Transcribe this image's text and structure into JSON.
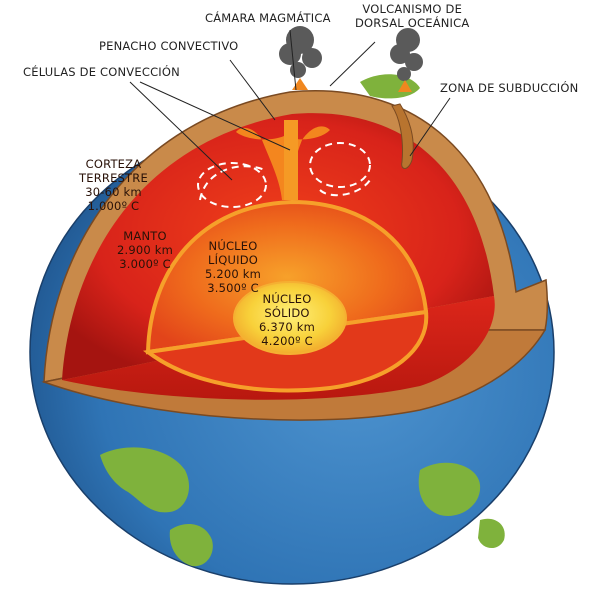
{
  "labels": {
    "camara": "CÁMARA MAGMÁTICA",
    "volcanismo": [
      "VOLCANISMO DE",
      "DORSAL OCEÁNICA"
    ],
    "penacho": "PENACHO CONVECTIVO",
    "celulas": "CÉLULAS DE CONVECCIÓN",
    "subduccion": "ZONA DE SUBDUCCIÓN"
  },
  "layers": {
    "corteza": [
      "CORTEZA",
      "TERRESTRE",
      "30-60 km",
      "1.000º C"
    ],
    "manto": [
      "MANTO",
      "2.900 km",
      "3.000º C"
    ],
    "nucleo_liquido": [
      "NÚCLEO",
      "LÍQUIDO",
      "5.200 km",
      "3.500º C"
    ],
    "nucleo_solido": [
      "NÚCLEO",
      "SÓLIDO",
      "6.370 km",
      "4.200º C"
    ]
  },
  "colors": {
    "ocean": "#2f74b5",
    "land": "#7fb23c",
    "crust": "#c98a4a",
    "mantle": "#d8231a",
    "outer_core": "#f3831f",
    "inner_core": "#f8d13a"
  }
}
